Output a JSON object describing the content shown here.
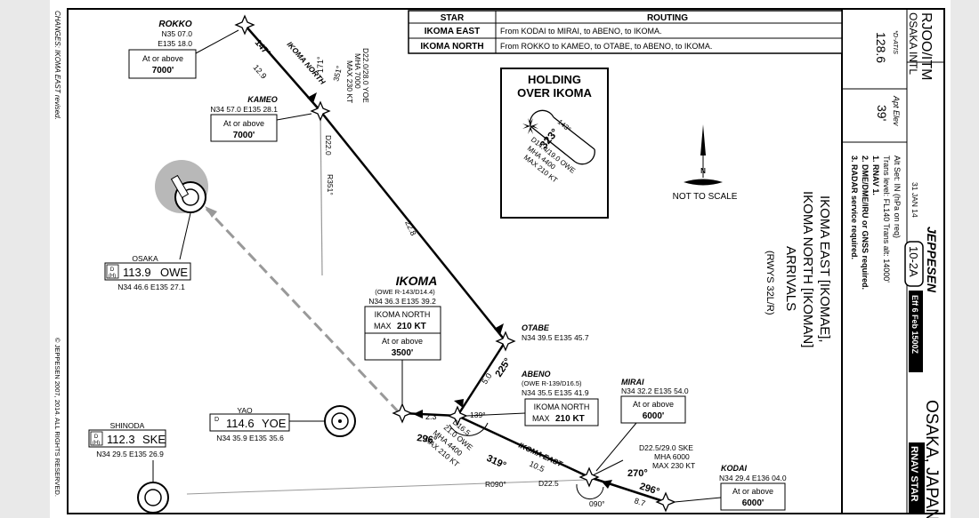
{
  "side_notes": {
    "changes": "CHANGES: IKOMA EAST revised.",
    "copyright": "© JEPPESEN 2007, 2014. ALL RIGHTS RESERVED."
  },
  "star_table": {
    "header_star": "STAR",
    "header_routing": "ROUTING",
    "rows": [
      {
        "star": "IKOMA EAST",
        "routing": "From KODAI to MIRAI, to ABENO, to IKOMA."
      },
      {
        "star": "IKOMA NORTH",
        "routing": "From ROKKO to KAMEO, to OTABE, to ABENO, to IKOMA."
      }
    ]
  },
  "holding": {
    "title": "HOLDING OVER IKOMA",
    "course_in": "323°",
    "course_out": "143°",
    "fix_line1": "D14.4/19.0 OWE",
    "fix_line2": "MHA 4400",
    "fix_line3": "MAX 210 KT"
  },
  "not_to_scale": "NOT TO SCALE",
  "north_mark": "N",
  "header": {
    "airport_code": "RJOO/ITM",
    "airport_name": "OSAKA INTL",
    "atis_label": "*D-ATIS",
    "atis_freq": "128.6",
    "elev_label": "Apt Elev",
    "elev_value": "39'",
    "brand": "JEPPESEN",
    "date": "31 JAN 14",
    "chart_no": "10-2A",
    "effective": "Eff 6 Feb 1500Z",
    "alt_set": "Alt Set: IN (hPa on req)",
    "trans": "Trans level: FL140    Trans alt: 14000'",
    "note1": "1. RNAV 1.",
    "note2": "2. DME/DME/IRU or GNSS required.",
    "note3": "3. RADAR service required.",
    "title1": "IKOMA EAST [IKOMAE],",
    "title2": "IKOMA NORTH [IKOMAN]",
    "title3": "ARRIVALS",
    "title4": "(RWYS 32L/R)",
    "city": "OSAKA, JAPAN",
    "chart_type": "RNAV STAR"
  },
  "fixes": {
    "rokko": {
      "name": "ROKKO",
      "lat": "N35 07.0",
      "lon": "E135 18.0",
      "alt_label": "At or above",
      "alt": "7000'"
    },
    "kameo": {
      "name": "KAMEO",
      "coord": "N34 57.0 E135 28.1",
      "alt_label": "At or above",
      "alt": "7000'"
    },
    "kameo_dme": {
      "line1": "D22.0/28.0 YOE",
      "line2": "MHA 7000",
      "line3": "MAX 230 KT"
    },
    "otabe": {
      "name": "OTABE",
      "coord": "N34 39.5 E135 45.7"
    },
    "ikoma": {
      "name": "IKOMA",
      "ref": "(OWE R-143/D14.4)",
      "coord": "N34 36.3 E135 39.2",
      "box_line1": "IKOMA NORTH",
      "box_line2": "MAX",
      "box_speed": "210 KT",
      "alt_label": "At or above",
      "alt": "3500'"
    },
    "abeno": {
      "name": "ABENO",
      "ref": "(OWE R-139/D16.5)",
      "coord": "N34 35.5 E135 41.9",
      "box_line1": "IKOMA NORTH",
      "box_line2": "MAX",
      "box_speed": "210 KT",
      "dme": "D16.5",
      "owe": "21.0 OWE",
      "mha": "MHA 4400",
      "max": "MAX 210 KT"
    },
    "mirai": {
      "name": "MIRAI",
      "coord": "N34 32.2 E135 54.0",
      "alt_label": "At or above",
      "alt": "6000'",
      "dme1": "D22.5/29.0 SKE",
      "dme2": "MHA 6000",
      "dme3": "MAX 230 KT"
    },
    "kodai": {
      "name": "KODAI",
      "coord": "N34 29.4 E136 04.0",
      "alt_label": "At or above",
      "alt": "6000'"
    }
  },
  "navaids": {
    "osaka": {
      "name": "OSAKA",
      "type": "D (H)",
      "freq": "113.9",
      "id": "OWE",
      "coord": "N34 46.6 E135 27.1"
    },
    "yao": {
      "name": "YAO",
      "type": "D",
      "freq": "114.6",
      "id": "YOE",
      "coord": "N34 35.9 E135 35.6"
    },
    "shinoda": {
      "name": "SHINODA",
      "type": "D (H)",
      "freq": "112.3",
      "id": "SKE",
      "coord": "N34 29.5 E135 26.9"
    }
  },
  "legs": {
    "rokko_kameo_course": "147°",
    "rokko_kameo_dist": "12.9",
    "ikoma_north_label": "IKOMA NORTH",
    "kameo_radial": "171°",
    "kameo_d22": "D22.0",
    "kameo_r351": "R351°",
    "kameo_351": "351°",
    "kameo_otabe_dist": "22.8",
    "otabe_abeno_course": "225°",
    "otabe_abeno_dist": "5.0",
    "ikoma_abeno_dist": "2.3",
    "ikoma_course": "296°",
    "abeno_139": "139°",
    "mirai_abeno_course": "319°",
    "mirai_abeno_dist": "10.5",
    "ikoma_east_label": "IKOMA EAST",
    "mirai_270": "270°",
    "kodai_course": "296°",
    "kodai_dist": "8.7",
    "mirai_090": "090°",
    "r090": "R090°",
    "d225": "D22.5"
  },
  "map_colors": {
    "paper": "#ffffff",
    "ink": "#000000",
    "grey": "#999999",
    "halo": "#b8b8b8"
  }
}
